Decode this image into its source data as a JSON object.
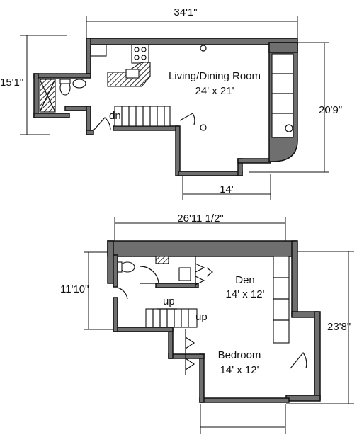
{
  "upper_level": {
    "width_dim": "34'1\"",
    "left_dim": "15'1\"",
    "right_dim": "20'9\"",
    "bottom_dim": "14'",
    "room_name": "Living/Dining Room",
    "room_size": "24' x 21'",
    "stair_label": "dn"
  },
  "lower_level": {
    "width_dim": "26'11 1/2\"",
    "left_dim": "11'10\"",
    "right_dim": "23'8\"",
    "den_name": "Den",
    "den_size": "14' x 12'",
    "bedroom_name": "Bedroom",
    "bedroom_size": "14' x 12'",
    "stair_label_left": "up",
    "stair_label_right": "up"
  }
}
